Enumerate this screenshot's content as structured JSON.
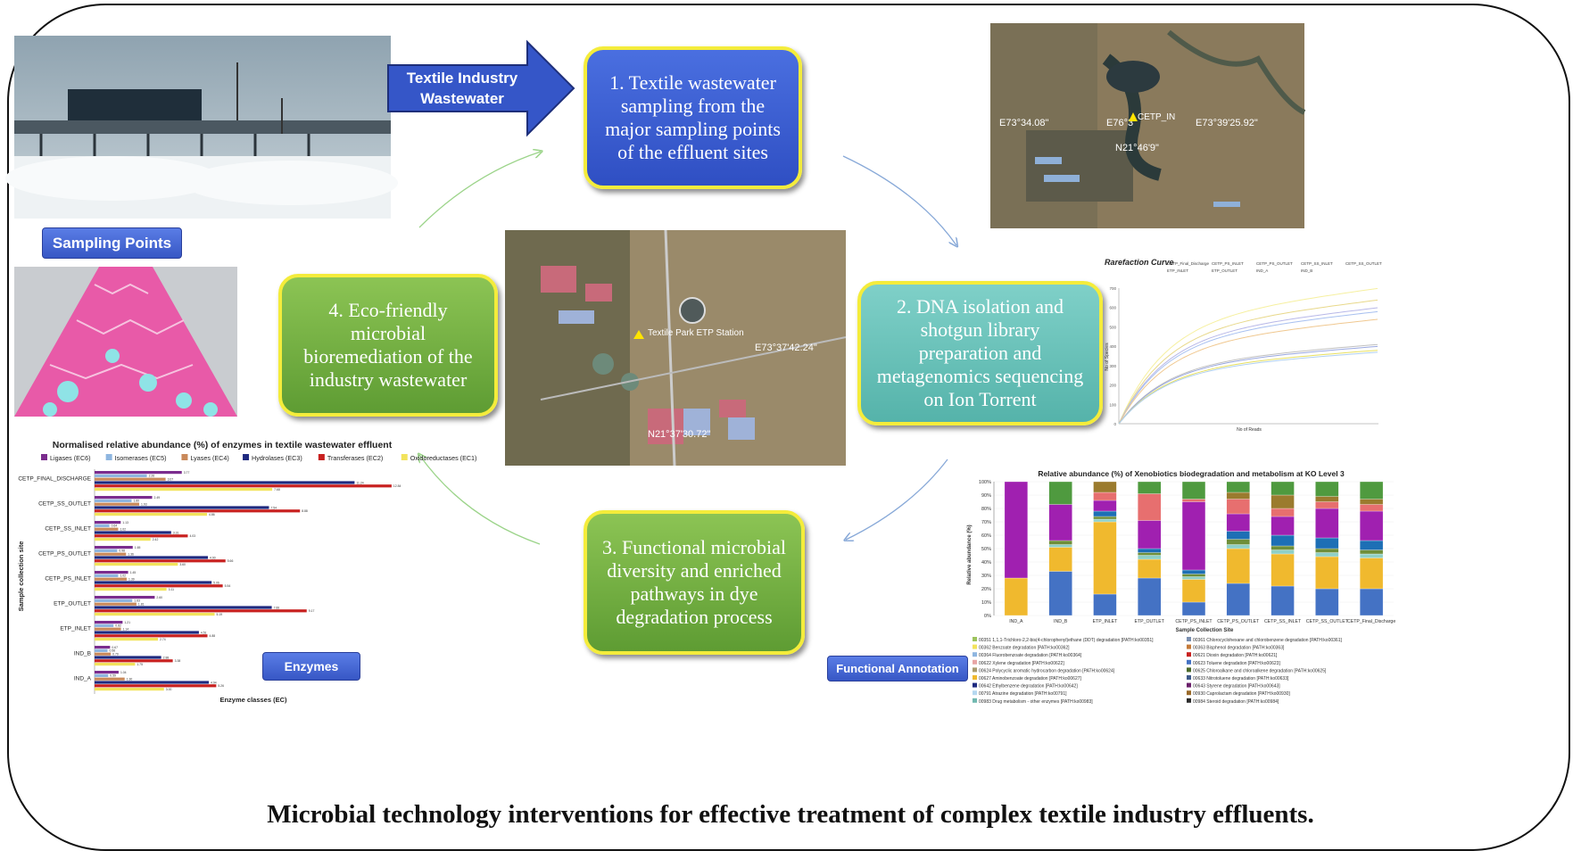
{
  "arrow_label": "Textile Industry Wastewater",
  "steps": {
    "s1": "1. Textile wastewater sampling from the major sampling points of the effluent sites",
    "s2": "2. DNA isolation and shotgun library preparation and metagenomics sequencing on Ion Torrent",
    "s3": "3. Functional microbial diversity and enriched pathways in dye degradation process",
    "s4": "4. Eco-friendly microbial bioremediation of the industry wastewater"
  },
  "tags": {
    "sampling_points": "Sampling Points",
    "enzymes": "Enzymes",
    "functional_annotation": "Functional Annotation"
  },
  "map_labels": {
    "top_coord1": "E73°34.08\"",
    "top_coord2": "E73°39'25.92\"",
    "top_coord3": "N21°46'9\"",
    "top_coord4": "E76°3",
    "top_cetp": "CETP_IN",
    "center_label": "Textile Park ETP Station",
    "center_e": "E73°37'42.24\"",
    "center_n": "N21°37'30.72\""
  },
  "colors": {
    "blue_box": "#3556c8",
    "teal_box": "#62bdb4",
    "green_box": "#6fac3f",
    "box_border": "#f4ec3b"
  },
  "rarefaction": {
    "title": "Rarefaction Curve",
    "legend": [
      "CETP_Final_Discharge",
      "CETP_PS_INLET",
      "CETP_PS_OUTLET",
      "CETP_SS_INLET",
      "CETP_SS_OUTLET",
      "ETP_INLET",
      "ETP_OUTLET",
      "IND_A",
      "IND_B"
    ],
    "xlabel": "No of Reads",
    "ylabel": "No of Species",
    "y_ticks": [
      "700",
      "600",
      "500",
      "400",
      "300",
      "200",
      "100",
      "0"
    ]
  },
  "chart_data": [
    {
      "type": "bar",
      "orientation": "horizontal",
      "title": "Normalised relative abundance (%) of enzymes in textile wastewater effluent",
      "xlabel": "Enzyme classes (EC)",
      "ylabel": "Sample collection site",
      "categories": [
        "CETP_FINAL_DISCHARGE",
        "CETP_SS_OUTLET",
        "CETP_SS_INLET",
        "CETP_PS_OUTLET",
        "CETP_PS_INLET",
        "ETP_OUTLET",
        "ETP_INLET",
        "IND_B",
        "IND_A"
      ],
      "series": [
        {
          "name": "Ligases (EC6)",
          "color": "#7b2d8e",
          "values": [
            3.77,
            2.49,
            1.13,
            1.65,
            1.45,
            2.6,
            1.21,
            0.67,
            1.04
          ]
        },
        {
          "name": "Isomerases (EC5)",
          "color": "#8fb6e0",
          "values": [
            2.26,
            1.6,
            0.64,
            0.98,
            1.02,
            1.63,
            0.82,
            0.56,
            0.59
          ]
        },
        {
          "name": "Lyases (EC4)",
          "color": "#c9895a",
          "values": [
            3.07,
            1.93,
            1.02,
            1.36,
            1.39,
            1.81,
            1.14,
            0.7,
            1.3
          ]
        },
        {
          "name": "Hydrolases (EC3)",
          "color": "#1f2a80",
          "values": [
            11.24,
            7.54,
            3.31,
            4.9,
            5.06,
            7.66,
            4.51,
            2.88,
            4.94
          ]
        },
        {
          "name": "Transferases (EC2)",
          "color": "#c8201f",
          "values": [
            12.84,
            8.88,
            4.03,
            5.66,
            5.54,
            9.17,
            4.88,
            3.38,
            5.26
          ]
        },
        {
          "name": "Oxidoreductases (EC1)",
          "color": "#f2e35c",
          "values": [
            7.68,
            4.86,
            2.42,
            3.6,
            3.11,
            5.19,
            2.74,
            1.75,
            3
          ]
        }
      ]
    },
    {
      "type": "bar",
      "stacked": true,
      "title": "Relative abundance (%) of Xenobiotics biodegradation and metabolism at KO Level 3",
      "xlabel": "Sample Collection Site",
      "ylabel": "Relative abundance (%)",
      "ylim": [
        0,
        100
      ],
      "y_ticks": [
        "100%",
        "90%",
        "80%",
        "70%",
        "60%",
        "50%",
        "40%",
        "30%",
        "20%",
        "10%",
        "0%"
      ],
      "categories": [
        "IND_A",
        "IND_B",
        "ETP_INLET",
        "ETP_OUTLET",
        "CETP_PS_INLET",
        "CETP_PS_OUTLET",
        "CETP_SS_INLET",
        "CETP_SS_OUTLET",
        "CETP_Final_Discharge"
      ],
      "series": [
        {
          "color": "#4472c4",
          "values": [
            0,
            33,
            16,
            28,
            10,
            24,
            22,
            20,
            20
          ]
        },
        {
          "color": "#f0b92e",
          "values": [
            28,
            18,
            54,
            14,
            17,
            26,
            24,
            24,
            23
          ]
        },
        {
          "color": "#8fd0c6",
          "values": [
            0,
            2,
            2,
            3,
            2,
            3,
            3,
            3,
            3
          ]
        },
        {
          "color": "#6f8f3a",
          "values": [
            0,
            3,
            2,
            2,
            2,
            4,
            3,
            3,
            3
          ]
        },
        {
          "color": "#1d6fb5",
          "values": [
            0,
            0,
            4,
            3,
            3,
            6,
            8,
            8,
            7
          ]
        },
        {
          "color": "#a020b0",
          "values": [
            72,
            27,
            8,
            21,
            51,
            13,
            14,
            22,
            22
          ]
        },
        {
          "color": "#e76f6f",
          "values": [
            0,
            0,
            6,
            20,
            2,
            11,
            6,
            5,
            5
          ]
        },
        {
          "color": "#9b7b2e",
          "values": [
            0,
            0,
            8,
            0,
            0,
            5,
            10,
            4,
            4
          ]
        },
        {
          "color": "#4f9a3f",
          "values": [
            0,
            17,
            0,
            9,
            13,
            8,
            10,
            11,
            13
          ]
        }
      ],
      "legend": [
        "00351 1,1,1-Trichloro-2,2-bis(4-chlorophenyl)ethane (DDT) degradation [PATH:ko00351]",
        "00361 Chlorocyclohexane and chlorobenzene degradation [PATH:ko00361]",
        "00362 Benzoate degradation [PATH:ko00362]",
        "00363 Bisphenol degradation [PATH:ko00363]",
        "00364 Fluorobenzoate degradation [PATH:ko00364]",
        "00621 Dioxin degradation [PATH:ko00621]",
        "00622 Xylene degradation [PATH:ko00622]",
        "00623 Toluene degradation [PATH:ko00623]",
        "00624 Polycyclic aromatic hydrocarbon degradation [PATH:ko00624]",
        "00625 Chloroalkane and chloroalkene degradation [PATH:ko00625]",
        "00627 Aminobenzoate degradation [PATH:ko00627]",
        "00633 Nitrotoluene degradation [PATH:ko00633]",
        "00642 Ethylbenzene degradation [PATH:ko00642]",
        "00643 Styrene degradation [PATH:ko00643]",
        "00791 Atrazine degradation [PATH:ko00791]",
        "00930 Caprolactam degradation [PATH:ko00930]",
        "00983 Drug metabolism - other enzymes [PATH:ko00983]",
        "00984 Steroid degradation [PATH:ko00984]"
      ]
    }
  ],
  "footer_title": "Microbial technology interventions for effective treatment of complex textile industry effluents."
}
